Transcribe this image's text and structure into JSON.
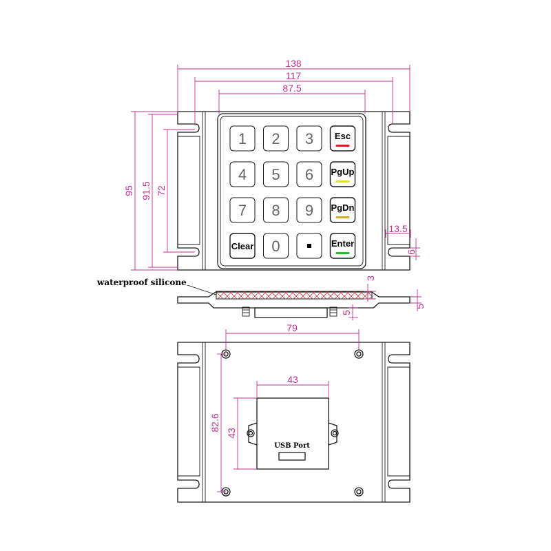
{
  "front_view": {
    "dimensions": {
      "overall_width": "138",
      "mount_width": "117",
      "keypad_width": "87.5",
      "overall_height": "95",
      "mount_height": "91.5",
      "keypad_height": "72",
      "slot_width": "13.5",
      "slot_height": "6"
    },
    "keys": [
      {
        "label": "1",
        "type": "digit"
      },
      {
        "label": "2",
        "type": "digit"
      },
      {
        "label": "3",
        "type": "digit"
      },
      {
        "label": "Esc",
        "type": "function",
        "indicator_color": "#d02020"
      },
      {
        "label": "4",
        "type": "digit"
      },
      {
        "label": "5",
        "type": "digit"
      },
      {
        "label": "6",
        "type": "digit"
      },
      {
        "label": "PgUp",
        "type": "function",
        "indicator_color": "#e8e020"
      },
      {
        "label": "7",
        "type": "digit"
      },
      {
        "label": "8",
        "type": "digit"
      },
      {
        "label": "9",
        "type": "digit"
      },
      {
        "label": "PgDn",
        "type": "function",
        "indicator_color": "#d0b020"
      },
      {
        "label": "Clear",
        "type": "function"
      },
      {
        "label": "0",
        "type": "digit"
      },
      {
        "label": "",
        "type": "dot"
      },
      {
        "label": "Enter",
        "type": "function",
        "indicator_color": "#20c020"
      }
    ]
  },
  "side_view": {
    "note": "waterproof silicone",
    "dimensions": {
      "top_thickness": "3",
      "plate_thickness": "5",
      "rear_depth": "5"
    }
  },
  "back_view": {
    "dimensions": {
      "hole_spacing_x": "79",
      "hole_spacing_y": "82.6",
      "box_width": "43",
      "box_height": "43"
    },
    "usb_label": "USB Port"
  },
  "colors": {
    "dimension": "#c03090",
    "outline": "#1a1a1a",
    "silicone_hatch": "#d04040"
  }
}
